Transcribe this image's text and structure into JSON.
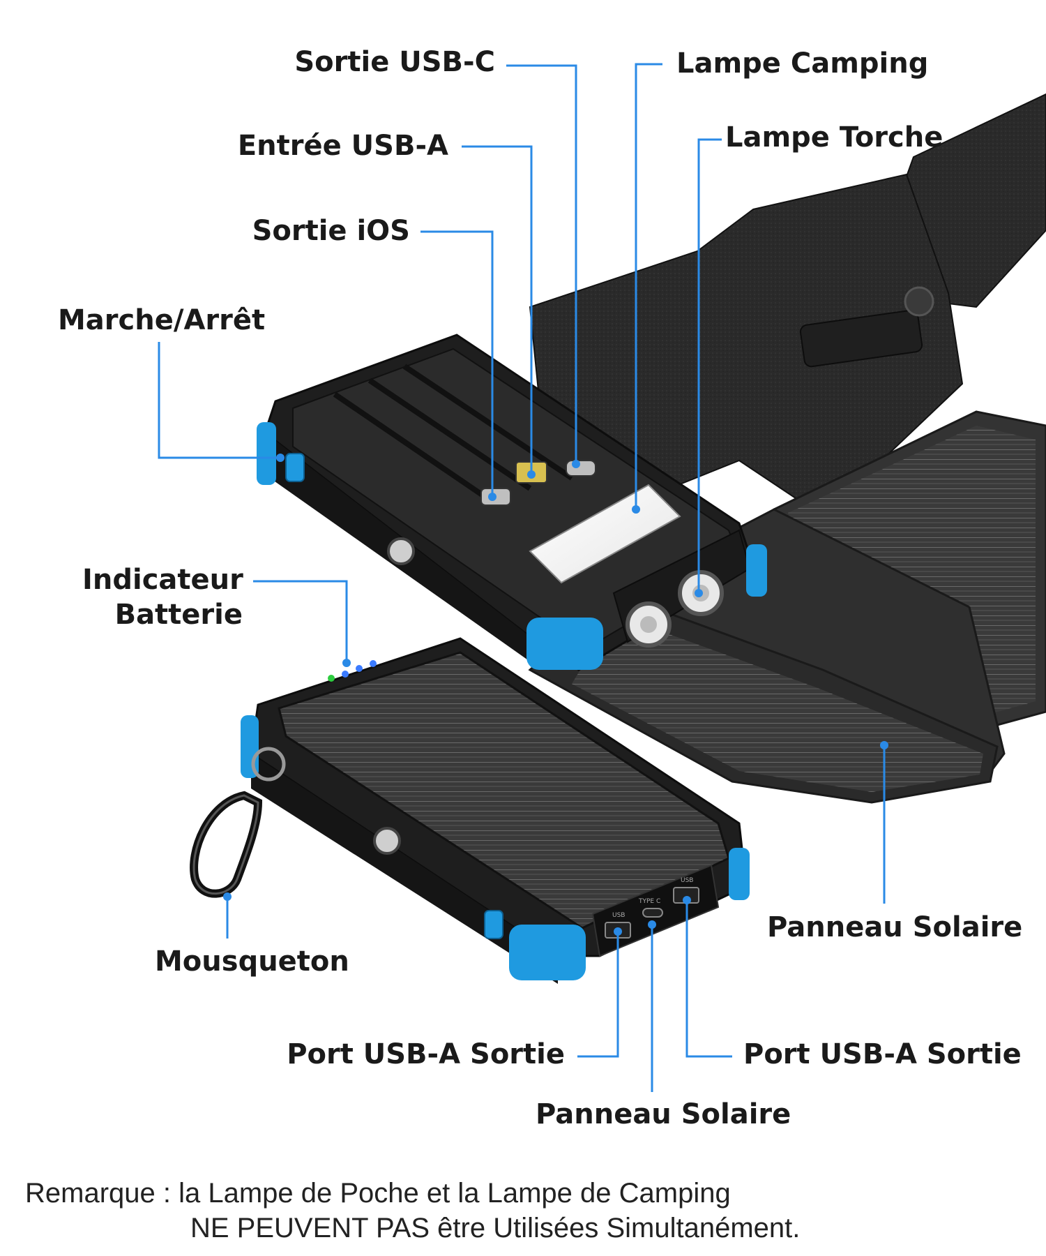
{
  "labels": {
    "usb_c_output": "Sortie USB-C",
    "usb_a_input": "Entrée USB-A",
    "ios_output": "Sortie iOS",
    "power_switch": "Marche/Arrêt",
    "camping_lamp": "Lampe Camping",
    "flashlight": "Lampe Torche",
    "battery_indicator": "Indicateur Batterie",
    "carabiner": "Mousqueton",
    "solar_panel_right": "Panneau Solaire",
    "usb_a_port_left": "Port USB-A Sortie",
    "usb_a_port_right": "Port USB-A Sortie",
    "solar_panel_bottom": "Panneau Solaire"
  },
  "device_text": {
    "port_usb_1": "USB",
    "port_type_c": "TYPE C",
    "port_usb_2": "USB"
  },
  "note": {
    "line1": "Remarque : la Lampe de Poche et la Lampe de Camping",
    "line2": "NE PEUVENT PAS être Utilisées Simultanément."
  },
  "colors": {
    "accent_blue": "#2a8ae6",
    "bumper_blue": "#1f9ae0",
    "body_black": "#1b1b1b",
    "panel_dark": "#2e2e2e"
  }
}
